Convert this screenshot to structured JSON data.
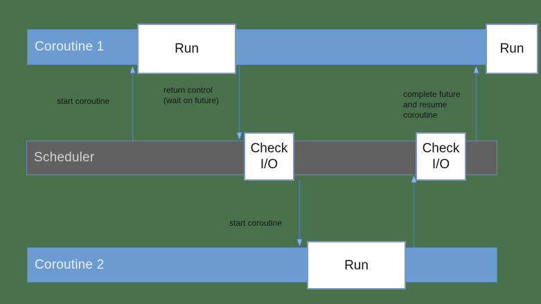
{
  "colors": {
    "background": "#48714c",
    "lane_blue": "#6c9bd2",
    "scheduler_gray": "#616161",
    "node_fill": "#ffffff",
    "node_border": "#7d96bd",
    "arrow_blue": "#4a7ebb",
    "lane_text_light": "#e9eff7",
    "label_text": "#161616"
  },
  "lanes": [
    {
      "id": "coroutine1",
      "label": "Coroutine 1"
    },
    {
      "id": "scheduler",
      "label": "Scheduler"
    },
    {
      "id": "coroutine2",
      "label": "Coroutine 2"
    }
  ],
  "nodes": [
    {
      "id": "run1",
      "label": "Run"
    },
    {
      "id": "run2",
      "label": "Run"
    },
    {
      "id": "checkio1",
      "label": "Check\nI/O"
    },
    {
      "id": "checkio2",
      "label": "Check\nI/O"
    },
    {
      "id": "run3",
      "label": "Run"
    }
  ],
  "annotations": [
    {
      "id": "start-coroutine-1",
      "text": "start coroutine"
    },
    {
      "id": "return-control",
      "text": "return control\n(wait on future)"
    },
    {
      "id": "complete-future",
      "text": "complete future\nand resume\ncoroutine"
    },
    {
      "id": "start-coroutine-2",
      "text": "start coroutine"
    }
  ],
  "arrows": [
    {
      "id": "arrow-start-coroutine-1",
      "direction": "up"
    },
    {
      "id": "arrow-return-control",
      "direction": "down"
    },
    {
      "id": "arrow-complete-future",
      "direction": "up"
    },
    {
      "id": "arrow-start-coroutine-2",
      "direction": "down"
    },
    {
      "id": "arrow-io-ready",
      "direction": "up"
    }
  ]
}
